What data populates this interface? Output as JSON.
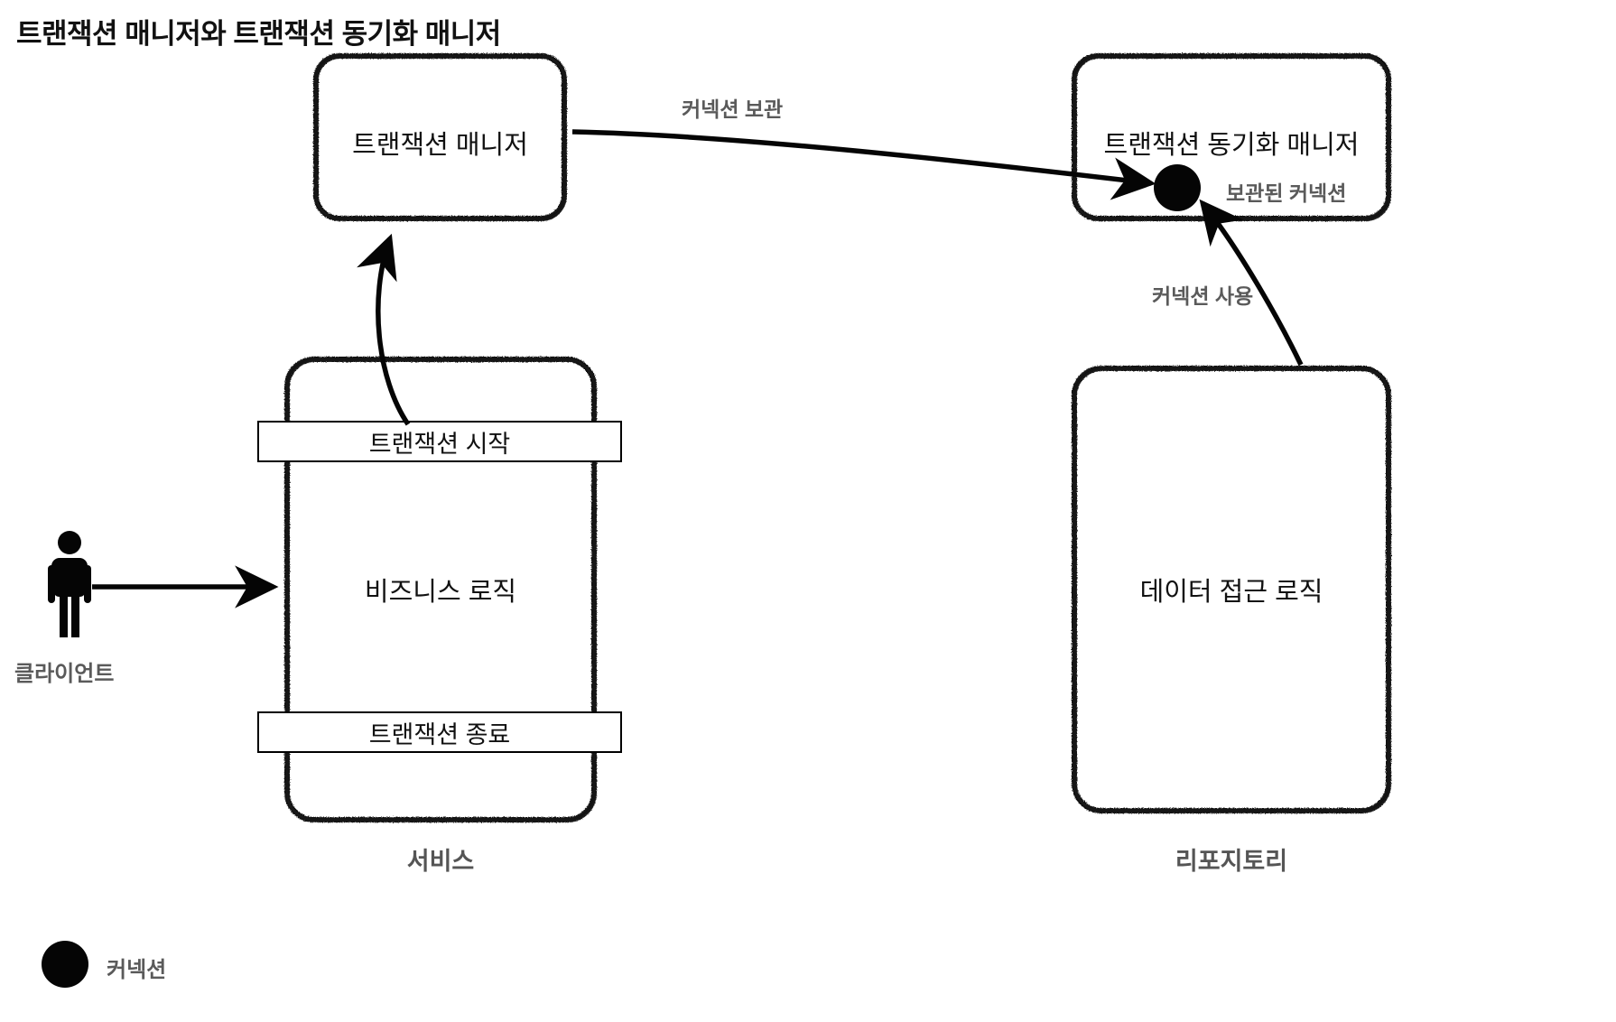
{
  "title": "트랜잭션 매니저와 트랜잭션 동기화 매니저",
  "nodes": {
    "transaction_manager": {
      "label": "트랜잭션 매니저"
    },
    "transaction_sync_manager": {
      "label": "트랜잭션 동기화 매니저"
    },
    "service": {
      "caption": "서비스",
      "bar_begin": "트랜잭션 시작",
      "body": "비즈니스 로직",
      "bar_end": "트랜잭션 종료"
    },
    "repository": {
      "caption": "리포지토리",
      "body": "데이터 접근 로직"
    },
    "client": {
      "label": "클라이언트",
      "icon": "person-icon"
    }
  },
  "edges": [
    {
      "name": "store-connection",
      "label": "커넥션 보관",
      "from": "transaction_manager",
      "to": "transaction_sync_manager"
    },
    {
      "name": "begin-transaction",
      "label": "",
      "from": "service_bar_begin",
      "to": "transaction_manager"
    },
    {
      "name": "use-connection",
      "label": "커넥션 사용",
      "from": "repository",
      "to": "transaction_sync_manager"
    },
    {
      "name": "client-request",
      "label": "",
      "from": "client",
      "to": "service"
    }
  ],
  "annotations": {
    "stored_connection": "보관된 커넥션"
  },
  "legend": {
    "items": [
      {
        "swatch": "connection-dot",
        "label": "커넥션",
        "color": "#050505"
      }
    ]
  },
  "colors": {
    "stroke": "#000000",
    "text": "#111111",
    "muted_text": "#555555",
    "annotation_text": "#5a5a5a",
    "background": "#ffffff"
  }
}
